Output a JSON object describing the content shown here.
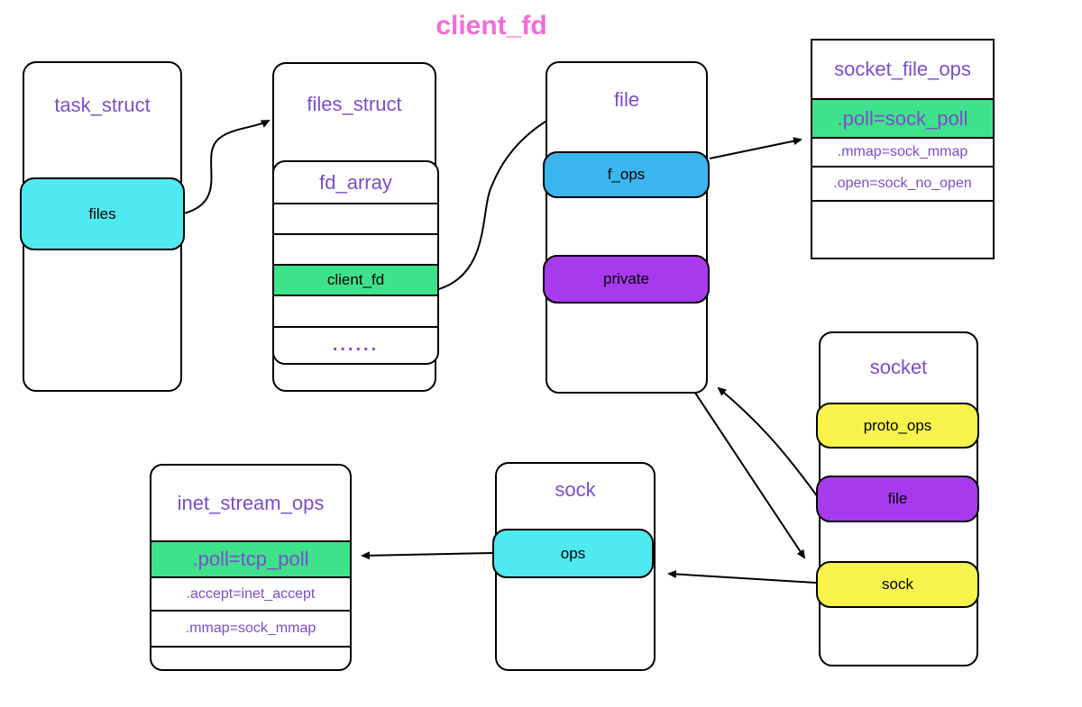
{
  "title": "client_fd",
  "colors": {
    "purple-text": "#7C4DCE",
    "pink-title": "#F669DC",
    "cyan": "#4FE9F0",
    "green": "#3EE28B",
    "blue": "#3BB5EE",
    "purple-fill": "#A83AEE",
    "yellow": "#F7F34C",
    "ink": "#000000"
  },
  "nodes": {
    "task_struct": {
      "title": "task_struct",
      "fields": {
        "files": "files"
      }
    },
    "files_struct": {
      "title": "files_struct",
      "fd_array": {
        "title": "fd_array",
        "client_fd": "client_fd",
        "dots": "......"
      }
    },
    "file": {
      "title": "file",
      "fields": {
        "f_ops": "f_ops",
        "private": "private"
      }
    },
    "socket_file_ops": {
      "title": "socket_file_ops",
      "rows": {
        "poll": ".poll=sock_poll",
        "mmap": ".mmap=sock_mmap",
        "open": ".open=sock_no_open"
      }
    },
    "socket": {
      "title": "socket",
      "fields": {
        "proto_ops": "proto_ops",
        "file": "file",
        "sock": "sock"
      }
    },
    "sock": {
      "title": "sock",
      "fields": {
        "ops": "ops"
      }
    },
    "inet_stream_ops": {
      "title": "inet_stream_ops",
      "rows": {
        "poll": ".poll=tcp_poll",
        "accept": ".accept=inet_accept",
        "mmap": ".mmap=sock_mmap"
      }
    }
  },
  "edges": [
    {
      "from": "task_struct.files",
      "to": "files_struct"
    },
    {
      "from": "files_struct.fd_array.client_fd",
      "to": "file"
    },
    {
      "from": "file.f_ops",
      "to": "socket_file_ops.poll"
    },
    {
      "from": "file.private",
      "to": "socket"
    },
    {
      "from": "socket.file",
      "to": "file"
    },
    {
      "from": "socket.sock",
      "to": "sock"
    },
    {
      "from": "sock.ops",
      "to": "inet_stream_ops.poll"
    }
  ]
}
